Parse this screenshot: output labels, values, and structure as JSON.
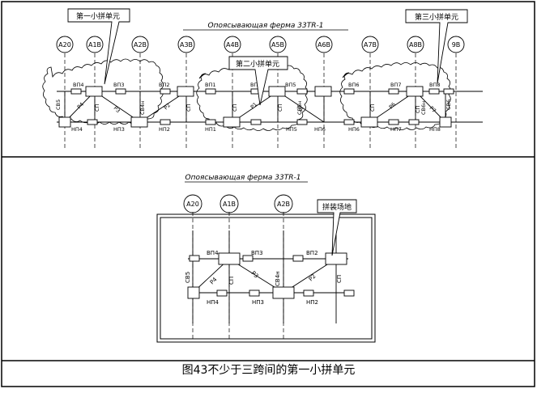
{
  "top_panel": {
    "title": "Опоясывающая ферма 33TR-1",
    "axes": [
      "A20",
      "A1B",
      "A2B",
      "A3B",
      "A4B",
      "A5B",
      "A6B",
      "A7B",
      "A8B",
      "9B"
    ],
    "callouts": {
      "first": "第一小拼单元",
      "second": "第二小拼单元",
      "third": "第三小拼单元"
    },
    "unit1_labels": {
      "top_left": "ВП4",
      "top_right": "ВП3",
      "top_far": "ВП2",
      "bot_left": "НП4",
      "bot_mid": "НП3",
      "bot_right": "НП2",
      "col_left": "СВ5",
      "col_mid1": "СП",
      "col_mid2": "СВ4н",
      "col_right": "СП",
      "diag1": "Р4",
      "diag2": "Р3",
      "diag3": "Р2"
    },
    "unit2_labels": {
      "top_left": "ВП1",
      "top_mid": "ВП1",
      "top_right": "ВП5",
      "bot_left": "НП1",
      "bot_mid": "НП5",
      "bot_right": "НП6",
      "col_left": "СП",
      "col_mid": "СП",
      "col_right": "СВ5н",
      "diag1": "Р1",
      "diag2": "Р5"
    },
    "unit3_labels": {
      "top_left": "ВП6",
      "top_mid": "ВП7",
      "top_right": "ВП8",
      "bot_left": "НП6",
      "bot_mid": "НП7",
      "bot_right": "НП8",
      "col_left": "СП",
      "col_mid": "СП",
      "col_right": "СВ6н",
      "col_far": "СВ6",
      "diag1": "Р6",
      "diag2": "Р7"
    }
  },
  "bottom_panel": {
    "title": "Опоясывающая ферма 33TR-1",
    "axes": [
      "A20",
      "A1B",
      "A2B"
    ],
    "callout": "拼装场地",
    "labels": {
      "top_left": "ВП4",
      "top_mid": "ВП3",
      "top_right": "ВП2",
      "bot_left": "НП4",
      "bot_mid": "НП3",
      "bot_right": "НП2",
      "col_left": "СВ5",
      "col_mid1": "СП",
      "col_mid2": "СВ4н",
      "col_right": "СП",
      "diag1": "Р4",
      "diag2": "Р3",
      "diag3": "Р2"
    }
  },
  "caption": "图43不少于三跨间的第一小拼单元"
}
